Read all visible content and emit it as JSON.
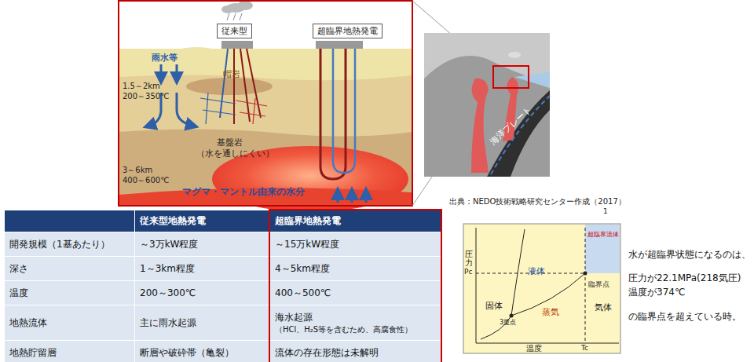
{
  "diagram": {
    "nodes": [
      {
        "text": [
          "従来型"
        ]
      },
      {
        "text": [
          "超臨界地熱発電"
        ]
      }
    ],
    "labels": [
      "雨水等",
      "1.5～2km",
      "200～350℃",
      "帽岩",
      "基盤岩",
      "（水を通しにくい）",
      "3～6km",
      "400～600℃",
      "マグマ・マントル由来の水分",
      "海洋プレート",
      "出典：NEDO技術戦略研究センター作成（2017）",
      "1",
      "従来型地熱発電",
      "超臨界地熱発電",
      "開発規模（1基あたり）",
      "～3万kW程度",
      "～15万kW程度",
      "深さ",
      "1～3km程度",
      "4～5km程度",
      "温度",
      "200～300℃",
      "400～500℃",
      "地熱流体",
      "主に雨水起源",
      "海水起源",
      "（HCl、H₂S等を含むため、高腐食性）",
      "地熱貯留層",
      "断層や破砕帯（亀裂）",
      "流体の存在形態は未解明",
      "圧力",
      "温度",
      "Pc",
      "Tc",
      "固体",
      "液体",
      "蒸気",
      "気体",
      "超臨界流体",
      "臨界点",
      "3重点",
      "水が超臨界状態になるのは、",
      "圧力が22.1MPa(218気圧)",
      "温度が374℃",
      "の臨界点を超えている時。"
    ]
  }
}
